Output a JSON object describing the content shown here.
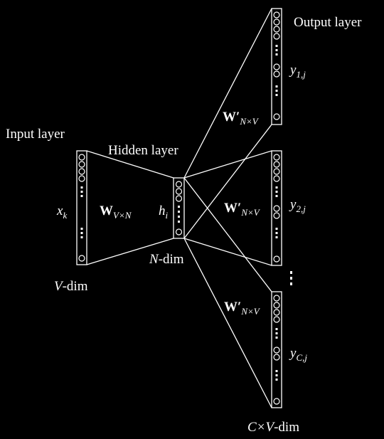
{
  "diagram": {
    "input_label": "Input layer",
    "hidden_label": "Hidden layer",
    "output_label": "Output layer",
    "input_var": "x",
    "input_var_sub": "k",
    "hidden_var": "h",
    "hidden_var_sub": "i",
    "weight_in": "W",
    "weight_in_sub": "V×N",
    "weight_out": "W′",
    "weight_out_sub": "N×V",
    "out1_var": "y",
    "out1_sub": "1,j",
    "out2_var": "y",
    "out2_sub": "2,j",
    "outC_var": "y",
    "outC_sub": "C,j",
    "v_dim_letter": "V",
    "v_dim_suffix": "-dim",
    "n_dim_letter": "N",
    "n_dim_suffix": "-dim",
    "cv_dim_text": "C×V",
    "cv_dim_suffix": "-dim"
  }
}
